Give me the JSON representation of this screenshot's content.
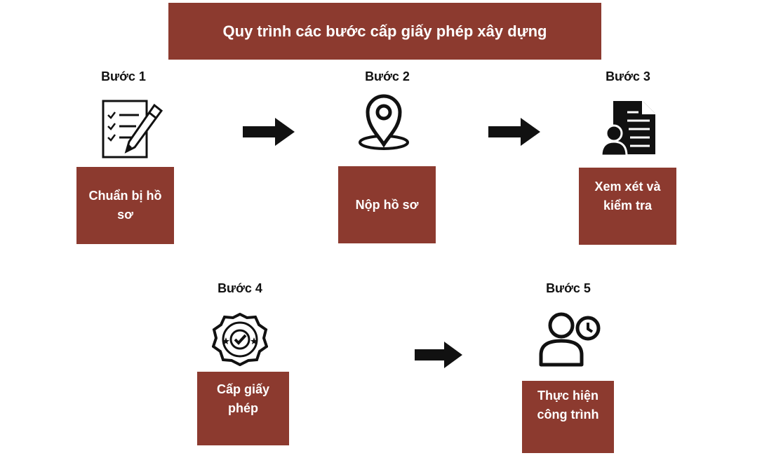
{
  "title": "Quy trình các bước cấp giấy phép xây dựng",
  "colors": {
    "box": "#8c3a2f",
    "text_on_box": "#ffffff",
    "ink": "#111111"
  },
  "steps": [
    {
      "label": "Bước 1",
      "text": "Chuẩn bị hồ sơ",
      "icon": "checklist-pen-icon"
    },
    {
      "label": "Bước 2",
      "text": "Nộp hồ sơ",
      "icon": "location-pin-icon"
    },
    {
      "label": "Bước 3",
      "text": "Xem xét và kiểm tra",
      "icon": "document-person-icon"
    },
    {
      "label": "Bước 4",
      "text": "Cấp giấy phép",
      "icon": "certified-badge-icon"
    },
    {
      "label": "Bước 5",
      "text": "Thực hiện công trình",
      "icon": "user-clock-icon"
    }
  ]
}
